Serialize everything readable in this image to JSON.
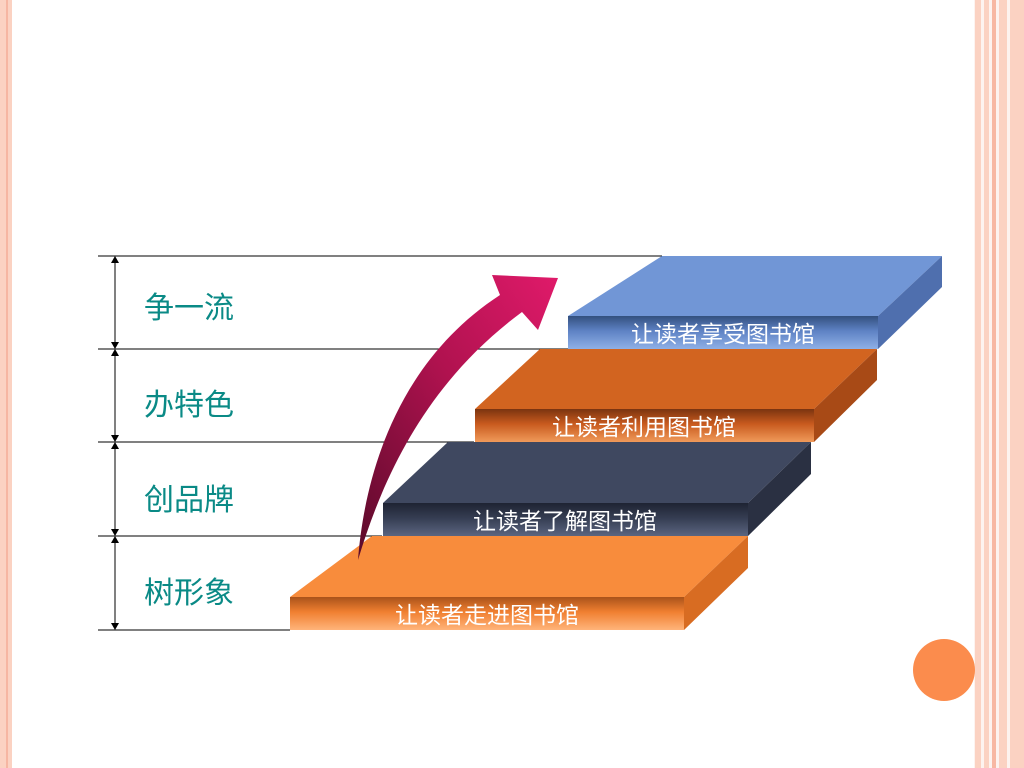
{
  "levels": [
    {
      "label": "争一流"
    },
    {
      "label": "办特色"
    },
    {
      "label": "创品牌"
    },
    {
      "label": "树形象"
    }
  ],
  "steps": [
    {
      "label": "让读者享受图书馆",
      "colors": {
        "top": "#7196d6",
        "front": "#5e82c4",
        "side": "#4f6fae"
      }
    },
    {
      "label": "让读者利用图书馆",
      "colors": {
        "top": "#d26420",
        "front": "#c85a1e",
        "side": "#a84a16"
      }
    },
    {
      "label": "让读者了解图书馆",
      "colors": {
        "top": "#3f4860",
        "front": "#353d52",
        "side": "#2a3042"
      }
    },
    {
      "label": "让读者走进图书馆",
      "colors": {
        "top": "#f88c3c",
        "front": "#f07f30",
        "side": "#d86c22"
      }
    }
  ],
  "colors": {
    "label_text": "#0a8a86",
    "arrow": "#c2185b",
    "accent_circle": "#fb8c4d",
    "frame_stripe": "#fbd2c2"
  }
}
